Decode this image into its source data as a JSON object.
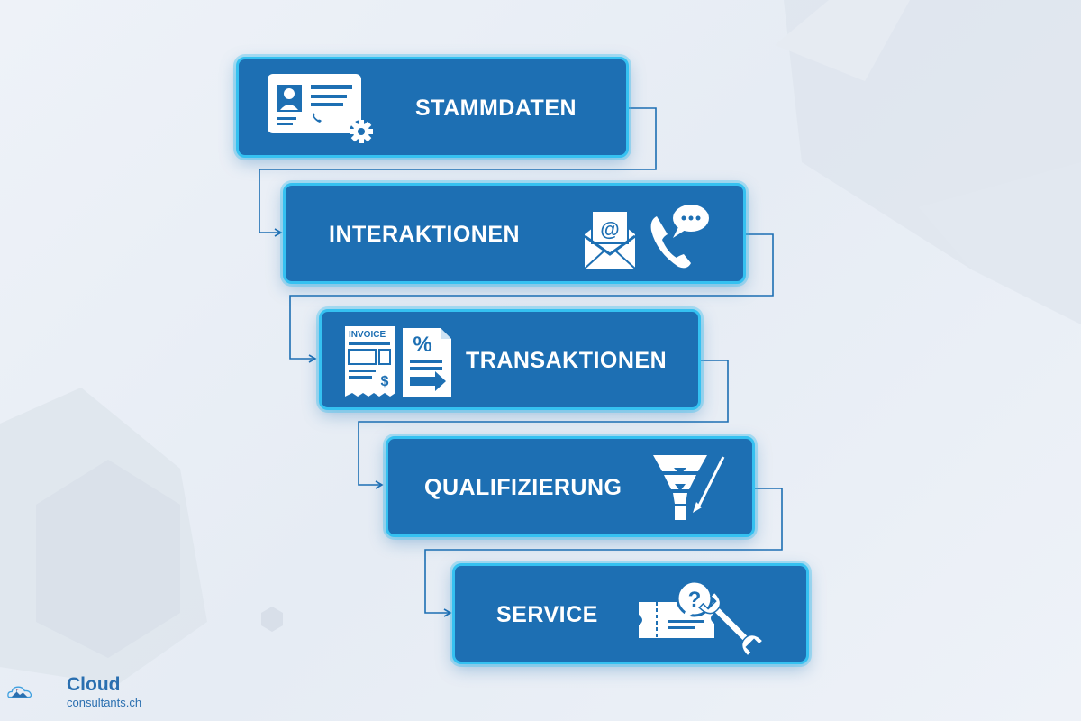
{
  "steps": [
    {
      "label": "STAMMDATEN",
      "icon": "contact-card-gear-icon"
    },
    {
      "label": "INTERAKTIONEN",
      "icon": "email-phone-chat-icon"
    },
    {
      "label": "TRANSAKTIONEN",
      "icon": "invoice-document-icon"
    },
    {
      "label": "QUALIFIZIERUNG",
      "icon": "funnel-icon"
    },
    {
      "label": "SERVICE",
      "icon": "ticket-wrench-icon"
    }
  ],
  "icon_texts": {
    "invoice": "INVOICE",
    "dollar": "$",
    "percent": "%",
    "at": "@",
    "question": "?"
  },
  "logo": {
    "title": "Cloud",
    "subtitle": "consultants.ch",
    "icon": "cloud-mountain-logo-icon"
  },
  "colors": {
    "box_fill": "#1d6fb3",
    "box_border": "#35c1f1",
    "connector": "#1d6fb3",
    "icon": "#ffffff",
    "background": "#eef2f8"
  }
}
